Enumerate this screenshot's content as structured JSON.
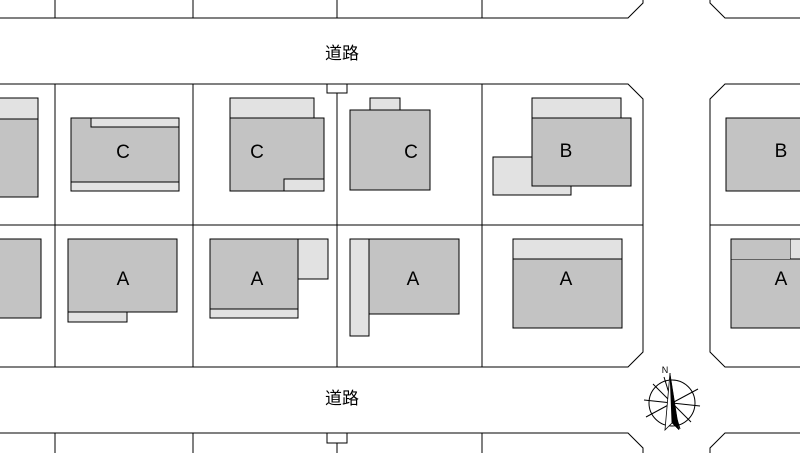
{
  "roads": [
    {
      "id": "north-road",
      "label": "道路"
    },
    {
      "id": "south-road",
      "label": "道路"
    }
  ],
  "buildings": [
    {
      "id": "lot-c-1",
      "type_label": "C"
    },
    {
      "id": "lot-c-2",
      "type_label": "C"
    },
    {
      "id": "lot-c-3",
      "type_label": "C"
    },
    {
      "id": "lot-b-1",
      "type_label": "B"
    },
    {
      "id": "lot-b-2",
      "type_label": "B"
    },
    {
      "id": "lot-a-1",
      "type_label": "A"
    },
    {
      "id": "lot-a-2",
      "type_label": "A"
    },
    {
      "id": "lot-a-3",
      "type_label": "A"
    },
    {
      "id": "lot-a-4",
      "type_label": "A"
    },
    {
      "id": "lot-a-5",
      "type_label": "A"
    }
  ],
  "compass": {
    "north_label": "N",
    "icon": "compass-rose-icon"
  },
  "colors": {
    "building": "#c3c3c3",
    "annex": "#e2e2e2",
    "lines": "#000000",
    "background": "#ffffff"
  }
}
